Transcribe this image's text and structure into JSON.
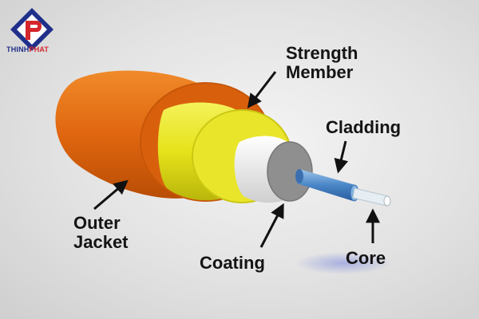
{
  "brand": {
    "name_part1": "THINH",
    "name_part2": "PHAT",
    "colors": {
      "navy": "#1f2f8a",
      "red": "#d4262c"
    }
  },
  "labels": {
    "strength_member": [
      "Strength",
      "Member"
    ],
    "cladding": "Cladding",
    "outer_jacket": [
      "Outer",
      "Jacket"
    ],
    "coating": "Coating",
    "core": "Core"
  },
  "colors": {
    "jacket": "#e0660f",
    "strength": "#e6e21a",
    "coating": "#f2f2f2",
    "cladding": "#4a86c8",
    "core": "#e6eef3",
    "text": "#141414"
  }
}
